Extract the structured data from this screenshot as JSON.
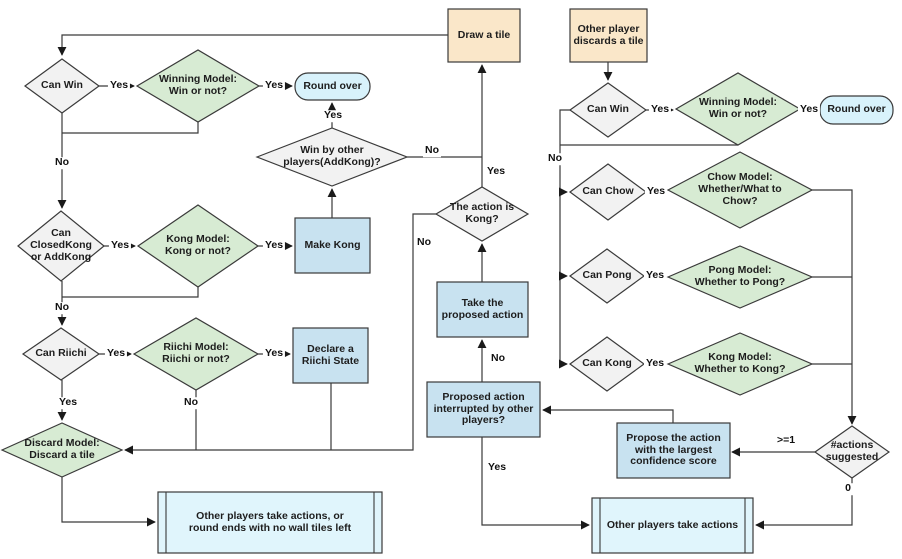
{
  "diagram_type": "flowchart",
  "colors": {
    "start_fill": "#FAE7C9",
    "model_fill": "#D7EBD3",
    "check_fill": "#F2F2F2",
    "action_fill": "#C8E2F0",
    "terminal_fill": "#D8F2FB",
    "subprocess_fill": "#E0F5FC"
  },
  "nodes": {
    "draw_tile": {
      "type": "start",
      "label": "Draw a tile"
    },
    "other_discards": {
      "type": "start",
      "label": "Other player\ndiscards a tile"
    },
    "can_win_L": {
      "type": "check",
      "label": "Can Win"
    },
    "winning_model_L": {
      "type": "model",
      "label": "Winning Model:\nWin or not?"
    },
    "round_over_L": {
      "type": "terminal",
      "label": "Round over"
    },
    "win_by_other": {
      "type": "check",
      "label": "Win by other\nplayers(AddKong)?"
    },
    "make_kong": {
      "type": "action",
      "label": "Make Kong"
    },
    "can_closedkong": {
      "type": "check",
      "label": "Can\nClosedKong\nor AddKong"
    },
    "kong_model_L": {
      "type": "model",
      "label": "Kong Model:\nKong or not?"
    },
    "can_riichi": {
      "type": "check",
      "label": "Can Riichi"
    },
    "riichi_model": {
      "type": "model",
      "label": "Riichi Model:\nRiichi or not?"
    },
    "declare_riichi": {
      "type": "action",
      "label": "Declare a\nRiichi State"
    },
    "discard_model": {
      "type": "model",
      "label": "Discard Model:\nDiscard a tile"
    },
    "other_players_L": {
      "type": "subprocess",
      "label": "Other players take actions, or\nround ends with no wall tiles left"
    },
    "action_kong": {
      "type": "check",
      "label": "The action is\nKong?"
    },
    "take_proposed": {
      "type": "action",
      "label": "Take the\nproposed action"
    },
    "proposed_interrupted": {
      "type": "action",
      "label": "Proposed action\ninterrupted by other\nplayers?"
    },
    "can_win_R": {
      "type": "check",
      "label": "Can Win"
    },
    "winning_model_R": {
      "type": "model",
      "label": "Winning Model:\nWin or not?"
    },
    "round_over_R": {
      "type": "terminal",
      "label": "Round over"
    },
    "can_chow": {
      "type": "check",
      "label": "Can Chow"
    },
    "chow_model": {
      "type": "model",
      "label": "Chow Model:\nWhether/What to\nChow?"
    },
    "can_pong": {
      "type": "check",
      "label": "Can Pong"
    },
    "pong_model": {
      "type": "model",
      "label": "Pong Model:\nWhether to Pong?"
    },
    "can_kong": {
      "type": "check",
      "label": "Can Kong"
    },
    "kong_model_R": {
      "type": "model",
      "label": "Kong Model:\nWhether to Kong?"
    },
    "actions_suggested": {
      "type": "check",
      "label": "#actions\nsuggested"
    },
    "propose_action": {
      "type": "action",
      "label": "Propose the action\nwith the largest\nconfidence score"
    },
    "other_players_R": {
      "type": "subprocess",
      "label": "Other players take actions"
    }
  },
  "labels": {
    "can_win_L_yes": "Yes",
    "winning_model_L_yes": "Yes",
    "can_win_L_no": "No",
    "win_by_other_yes": "Yes",
    "win_by_other_no": "No",
    "action_kong_yes": "Yes",
    "can_closedkong_yes": "Yes",
    "kong_model_L_yes": "Yes",
    "can_closedkong_no": "No",
    "can_riichi_yes_side": "Yes",
    "riichi_model_yes": "Yes",
    "can_riichi_yes_down": "Yes",
    "riichi_model_no": "No",
    "action_kong_no": "No",
    "take_proposed_no": "No",
    "interrupted_yes": "Yes",
    "can_win_R_no": "No",
    "can_win_R_yes": "Yes",
    "winning_model_R_yes": "Yes",
    "can_chow_yes": "Yes",
    "can_pong_yes": "Yes",
    "can_kong_yes": "Yes",
    "actions_ge1": ">=1",
    "actions_zero": "0"
  }
}
